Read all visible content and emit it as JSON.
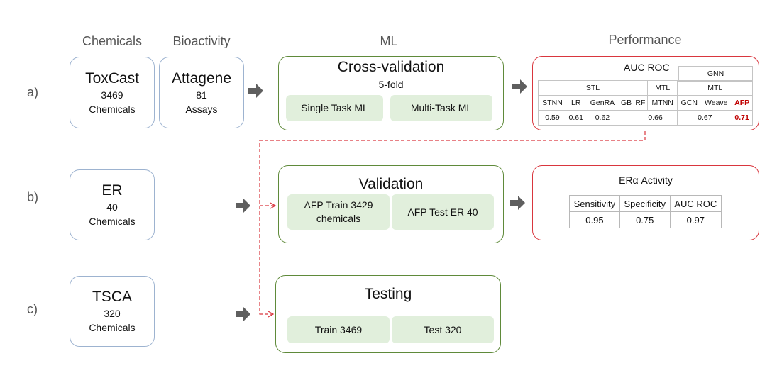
{
  "headers": {
    "chemicals": "Chemicals",
    "bioactivity": "Bioactivity",
    "ml": "ML",
    "performance": "Performance"
  },
  "rows": {
    "a": "a)",
    "b": "b)",
    "c": "c)"
  },
  "toxcast": {
    "title": "ToxCast",
    "count": "3469",
    "unit": "Chemicals"
  },
  "attagene": {
    "title": "Attagene",
    "count": "81",
    "unit": "Assays"
  },
  "er": {
    "title": "ER",
    "count": "40",
    "unit": "Chemicals"
  },
  "tsca": {
    "title": "TSCA",
    "count": "320",
    "unit": "Chemicals"
  },
  "crossval": {
    "title": "Cross-validation",
    "subtitle": "5-fold",
    "left": "Single Task ML",
    "right": "Multi-Task ML"
  },
  "validation": {
    "title": "Validation",
    "left": "AFP Train 3429 chemicals",
    "right": "AFP Test ER 40"
  },
  "testing": {
    "title": "Testing",
    "left": "Train 3469",
    "right": "Test 320"
  },
  "auc": {
    "title": "AUC ROC",
    "gnn": "GNN",
    "stl": "STL",
    "mtl": "MTL",
    "mtl2": "MTL",
    "models": [
      "STNN",
      "LR",
      "GenRA",
      "GB",
      "RF",
      "MTNN",
      "GCN",
      "Weave",
      "AFP"
    ],
    "values": [
      "0.59",
      "0.61",
      "0.62",
      "0.66",
      "0.67",
      "0.71"
    ]
  },
  "era": {
    "title": "ERα Activity",
    "headers": [
      "Sensitivity",
      "Specificity",
      "AUC ROC"
    ],
    "values": [
      "0.95",
      "0.75",
      "0.97"
    ]
  },
  "colors": {
    "red": "#d9363e",
    "green": "#5f8a3a",
    "blue": "#9db3d0",
    "pill": "#e1efdc",
    "arrow": "#5f5f5f"
  }
}
